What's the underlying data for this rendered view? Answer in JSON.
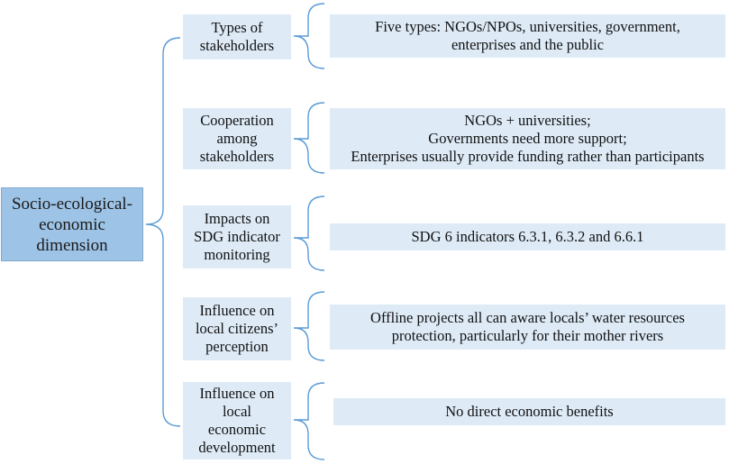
{
  "root": {
    "label": "Socio-ecological-\neconomic\ndimension"
  },
  "categories": [
    {
      "label": "Types of\nstakeholders",
      "detail": "Five types: NGOs/NPOs, universities, government,\nenterprises and the public"
    },
    {
      "label": "Cooperation\namong\nstakeholders",
      "detail": "NGOs + universities;\nGovernments need more support;\nEnterprises usually provide funding rather than participants"
    },
    {
      "label": "Impacts on\nSDG indicator\nmonitoring",
      "detail": "SDG 6 indicators 6.3.1, 6.3.2 and 6.6.1"
    },
    {
      "label": "Influence on\nlocal citizens’\nperception",
      "detail": "Offline projects all can aware locals’ water resources\nprotection, particularly for their mother rivers"
    },
    {
      "label": "Influence on\nlocal\neconomic\ndevelopment",
      "detail": "No direct economic benefits"
    }
  ],
  "colors": {
    "root_fill": "#9dc3e6",
    "box_fill": "#deebf7",
    "bracket": "#5b9bd5"
  }
}
